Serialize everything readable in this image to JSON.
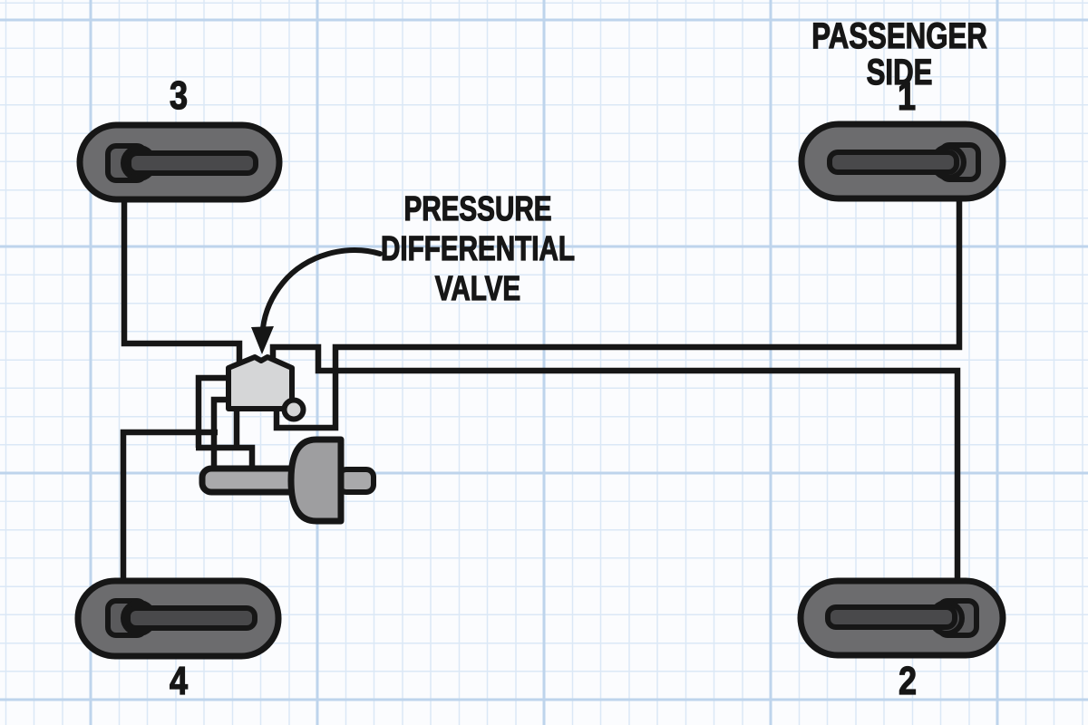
{
  "passenger_side_label": "PASSENGER SIDE",
  "valve_callout": {
    "text": "PRESSURE\nDIFFERENTIAL\nVALVE"
  },
  "wheels": [
    {
      "label": "3",
      "position": "top-left"
    },
    {
      "label": "1",
      "position": "top-right"
    },
    {
      "label": "4",
      "position": "bottom-left"
    },
    {
      "label": "2",
      "position": "bottom-right"
    }
  ],
  "components": {
    "valve": "pressure differential valve",
    "master_cylinder": "master cylinder",
    "brake_lines": "brake lines to wheels 1-4"
  },
  "colors": {
    "paper": "#fbfcfe",
    "grid-thin": "#dbe8f6",
    "grid-heavy": "#bed4ec",
    "ink": "#161616",
    "tire": "#6c6c6e",
    "hub": "#5a5a5c",
    "axle": "#49494b",
    "valve": "#d5d6d7",
    "cylinder": "#a9a9ab",
    "booster": "#9e9ea0"
  }
}
